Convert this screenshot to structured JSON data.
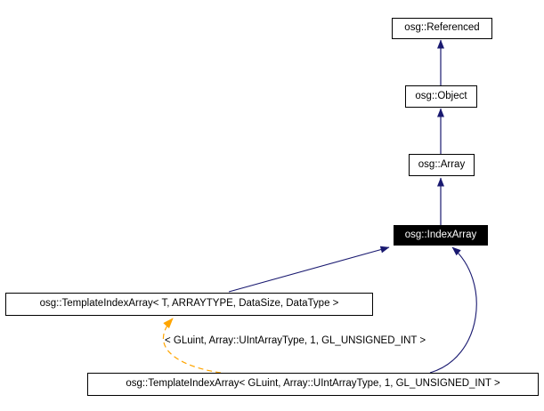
{
  "colors": {
    "inheritance_edge": "#191970",
    "template_instantiation_edge": "#ffa500",
    "node_border": "#000000",
    "node_background": "#ffffff",
    "node_text": "#000000",
    "selected_node_background": "#000000",
    "selected_node_text": "#ffffff",
    "page_background": "#ffffff"
  },
  "nodes": [
    {
      "label": "osg::Referenced",
      "selected": false
    },
    {
      "label": "osg::Object",
      "selected": false
    },
    {
      "label": "osg::Array",
      "selected": false
    },
    {
      "label": "osg::IndexArray",
      "selected": true
    },
    {
      "label": "osg::TemplateIndexArray< T, ARRAYTYPE, DataSize, DataType >",
      "selected": false
    },
    {
      "label": "osg::TemplateIndexArray< GLuint, Array::UIntArrayType, 1, GL_UNSIGNED_INT >",
      "selected": false
    }
  ],
  "edges": {
    "instantiation_label": "< GLuint, Array::UIntArrayType, 1, GL_UNSIGNED_INT >"
  }
}
